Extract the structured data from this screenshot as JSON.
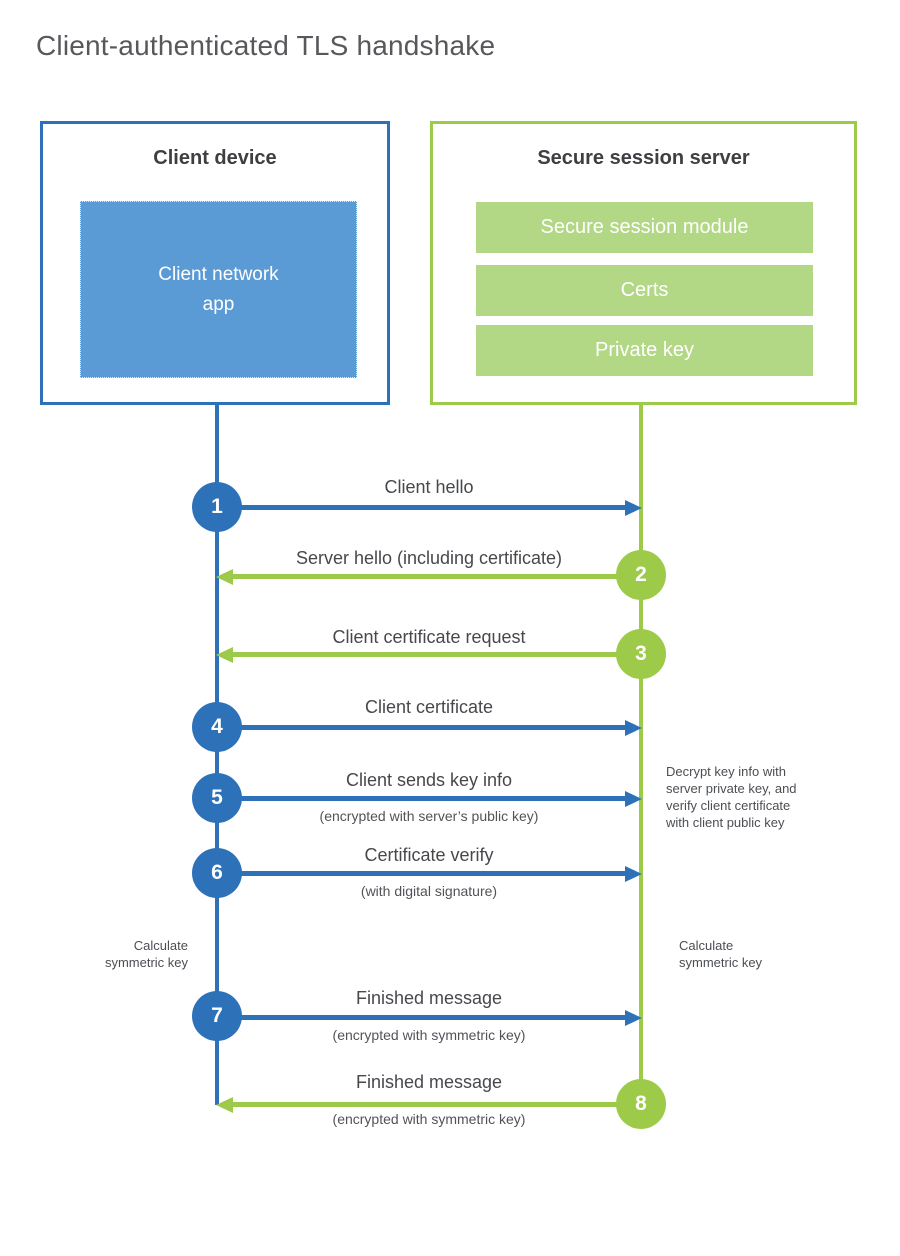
{
  "page": {
    "title": "Client-authenticated TLS handshake"
  },
  "client_box": {
    "title": "Client device",
    "app_label": "Client network\napp"
  },
  "server_box": {
    "title": "Secure session server",
    "modules": [
      "Secure session module",
      "Certs",
      "Private key"
    ]
  },
  "steps": [
    {
      "number": "1",
      "label": "Client hello",
      "direction": "right",
      "color": "blue"
    },
    {
      "number": "2",
      "label": "Server hello (including certificate)",
      "direction": "left",
      "color": "green"
    },
    {
      "number": "3",
      "label": "Client certificate request",
      "direction": "left",
      "color": "green"
    },
    {
      "number": "4",
      "label": "Client certificate",
      "direction": "right",
      "color": "blue"
    },
    {
      "number": "5",
      "label": "Client sends key info",
      "sublabel": "(encrypted with server’s public key)",
      "direction": "right",
      "color": "blue"
    },
    {
      "number": "6",
      "label": "Certificate verify",
      "sublabel": "(with digital signature)",
      "direction": "right",
      "color": "blue"
    },
    {
      "number": "7",
      "label": "Finished message",
      "sublabel": "(encrypted with symmetric key)",
      "direction": "right",
      "color": "blue"
    },
    {
      "number": "8",
      "label": "Finished message",
      "sublabel": "(encrypted with symmetric key)",
      "direction": "left",
      "color": "green"
    }
  ],
  "annotations": {
    "decrypt_note": "Decrypt key info with\nserver private key, and\nverify client certificate\nwith client public key",
    "calculate_left": "Calculate\nsymmetric key",
    "calculate_right": "Calculate\nsymmetric key"
  },
  "colors": {
    "blue": "#2d72b9",
    "light_blue": "#5b9bd5",
    "green": "#9eca4a",
    "light_green": "#b2d785"
  }
}
